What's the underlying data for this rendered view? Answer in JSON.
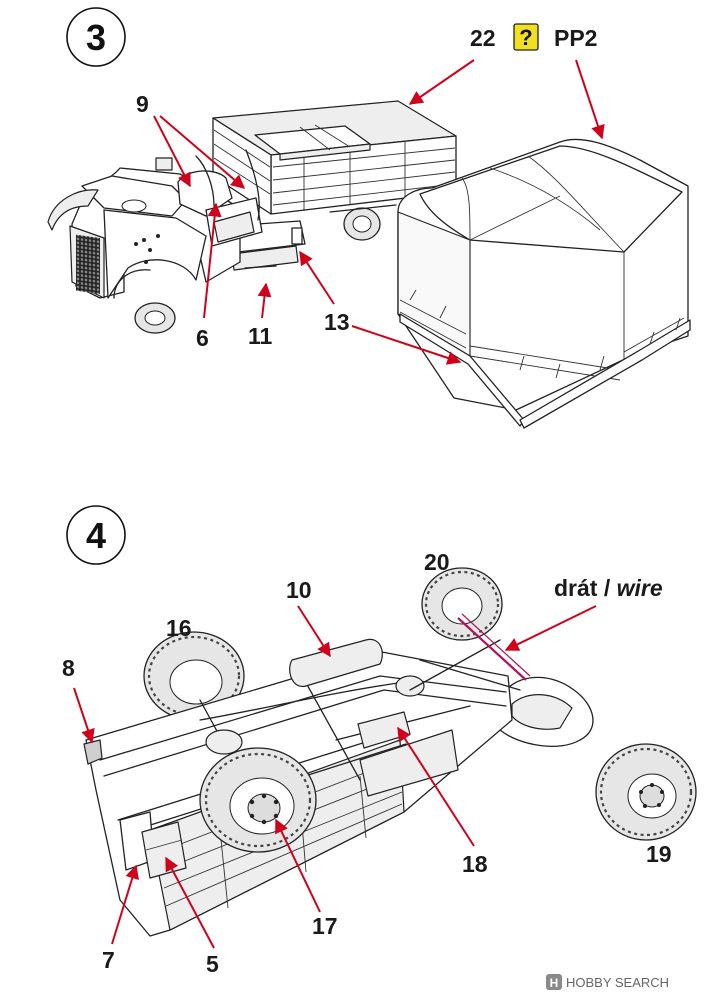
{
  "steps": {
    "step3": {
      "number": "3",
      "labels": {
        "part22": "22",
        "pp2": "PP2",
        "part9": "9",
        "part6": "6",
        "part11": "11",
        "part13": "13"
      },
      "colors": {
        "arrow": "#d0021b",
        "question_badge_bg": "#f0e020"
      },
      "icons": [
        "question-mark-badge-icon"
      ]
    },
    "step4": {
      "number": "4",
      "labels": {
        "part20": "20",
        "wire_prefix": "drát / ",
        "wire_word": "wire",
        "part10": "10",
        "part16": "16",
        "part8": "8",
        "part18": "18",
        "part19": "19",
        "part17": "17",
        "part7": "7",
        "part5": "5"
      },
      "colors": {
        "arrow": "#d0021b",
        "wire": "#b0125a"
      }
    }
  },
  "watermark": {
    "brand_icon": "hobby-search-logo-icon",
    "text": "HOBBY SEARCH"
  }
}
